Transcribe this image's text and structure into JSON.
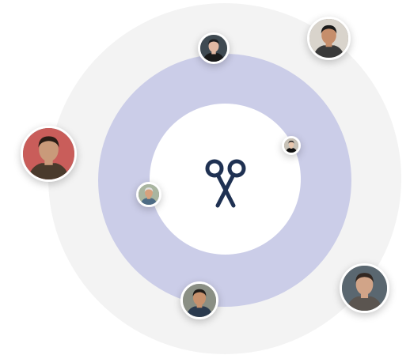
{
  "center": {
    "icon": "scissors-icon",
    "color": "#1f3152"
  },
  "rings": {
    "outer_color": "#f3f3f3",
    "middle_color": "#cbcde8",
    "inner_color": "#ffffff"
  },
  "avatars": [
    {
      "icon": "person-avatar",
      "bg": "#3f4a52",
      "skin": "#e2b9a3",
      "hair": "#1d1d1f",
      "shirt": "#1a1a1a"
    },
    {
      "icon": "person-avatar",
      "bg": "#d9d4cc",
      "skin": "#c68e6b",
      "hair": "#1a1a1a",
      "shirt": "#3a3a3a"
    },
    {
      "icon": "person-avatar",
      "bg": "#c95d5a",
      "skin": "#c99a7a",
      "hair": "#2a1d16",
      "shirt": "#4a3a2c"
    },
    {
      "icon": "person-avatar",
      "bg": "#c7c1b6",
      "skin": "#e8c6ad",
      "hair": "#2a2a2a",
      "shirt": "#111111"
    },
    {
      "icon": "person-avatar",
      "bg": "#a9b5a0",
      "skin": "#d7a17d",
      "hair": "#e0e0e0",
      "shirt": "#4d6b84"
    },
    {
      "icon": "person-avatar",
      "bg": "#8a8f84",
      "skin": "#c7916d",
      "hair": "#1e1a17",
      "shirt": "#2b3b4f"
    },
    {
      "icon": "person-avatar",
      "bg": "#5a6770",
      "skin": "#d1a488",
      "hair": "#332822",
      "shirt": "#5b5550"
    }
  ]
}
